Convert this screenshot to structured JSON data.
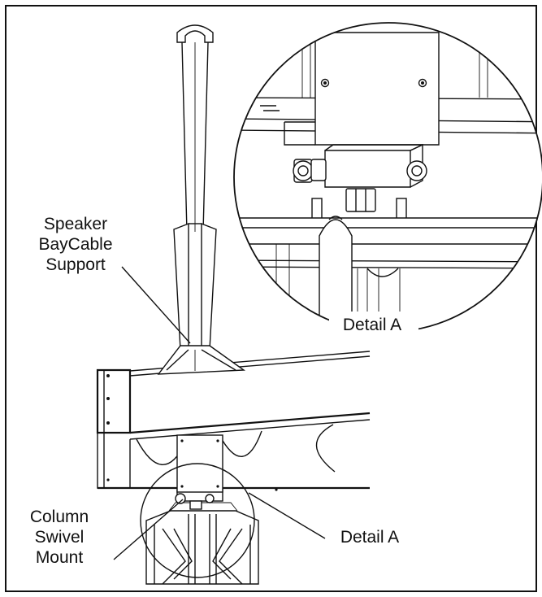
{
  "labels": {
    "speaker_support": [
      "Speaker",
      "BayCable",
      "Support"
    ],
    "column_mount": [
      "Column",
      "Swivel",
      "Mount"
    ],
    "detail_inset": "Detail A",
    "detail_callout": "Detail A"
  }
}
